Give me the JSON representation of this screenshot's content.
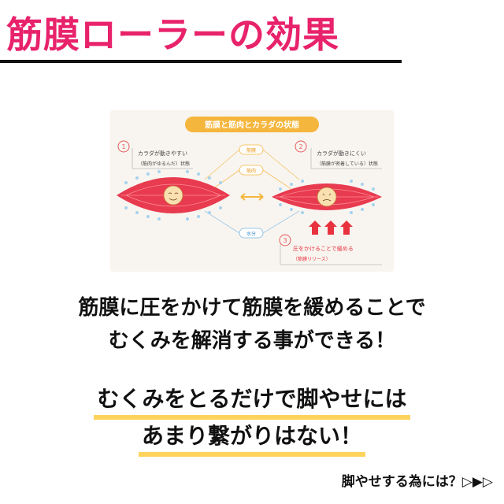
{
  "title": "筋膜ローラーの効果",
  "figure": {
    "header": "筋膜と筋肉とカラダの状態",
    "state1": {
      "num": "1",
      "line1": "カラダが動きやすい",
      "line2": "（筋肉がゆるんだ）状態"
    },
    "state2": {
      "num": "2",
      "line1": "カラダが動きにくい",
      "line2": "（筋膜が密着している）状態"
    },
    "state3": {
      "num": "3",
      "line1": "圧をかけることで緩める",
      "line2": "（筋膜リリース）"
    },
    "center_labels": [
      "筋膜",
      "筋肉",
      "水分"
    ]
  },
  "body": {
    "line1": "筋膜に圧をかけて筋膜を緩めることで",
    "line2": "むくみを解消する事ができる！"
  },
  "highlight": {
    "line1": "むくみをとるだけで脚やせには",
    "line2": "あまり繋がりはない！"
  },
  "footer": "脚やせする為には？▷▶▷",
  "colors": {
    "title": "#e8226b",
    "muscle": "#e83b4f",
    "header_pill": "#f5b63d",
    "highlight": "#ffd35c",
    "arrow": "#e8333f"
  }
}
